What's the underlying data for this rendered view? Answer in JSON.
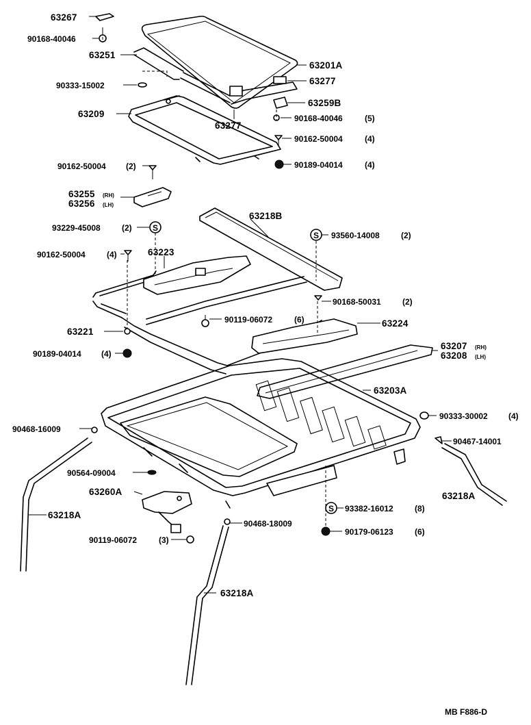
{
  "diagram": {
    "footer_code": "MB F886-D",
    "parts": {
      "p63267": "63267",
      "p90168_40046_a": "90168-40046",
      "p63251": "63251",
      "p63201A": "63201A",
      "p90333_15002": "90333-15002",
      "p63277_a": "63277",
      "p63209": "63209",
      "p63259B": "63259B",
      "p63277_b": "63277",
      "p90168_40046_b": "90168-40046",
      "p90168_40046_b_qty": "(5)",
      "p90162_50004_a": "90162-50004",
      "p90162_50004_a_qty": "(4)",
      "p90162_50004_b": "90162-50004",
      "p90162_50004_b_qty": "(2)",
      "p90189_04014_a": "90189-04014",
      "p90189_04014_a_qty": "(4)",
      "p63255": "63255",
      "p63255_sfx": "(RH)",
      "p63256": "63256",
      "p63256_sfx": "(LH)",
      "p63218B": "63218B",
      "p93229_45008": "93229-45008",
      "p93229_45008_qty": "(2)",
      "p93560_14008": "93560-14008",
      "p93560_14008_qty": "(2)",
      "p90162_50004_c": "90162-50004",
      "p90162_50004_c_qty": "(4)",
      "p63223": "63223",
      "p90168_50031": "90168-50031",
      "p90168_50031_qty": "(2)",
      "p90119_06072_a": "90119-06072",
      "p90119_06072_a_qty": "(6)",
      "p63224": "63224",
      "p63221": "63221",
      "p63207": "63207",
      "p63207_sfx": "(RH)",
      "p63208": "63208",
      "p63208_sfx": "(LH)",
      "p90189_04014_b": "90189-04014",
      "p90189_04014_b_qty": "(4)",
      "p63203A": "63203A",
      "p90468_16009": "90468-16009",
      "p90333_30002": "90333-30002",
      "p90333_30002_qty": "(4)",
      "p90467_14001": "90467-14001",
      "p90564_09004": "90564-09004",
      "p63260A": "63260A",
      "p63218A_a": "63218A",
      "p63218A_b": "63218A",
      "p93382_16012": "93382-16012",
      "p93382_16012_qty": "(8)",
      "p90468_18009": "90468-18009",
      "p90119_06072_b": "90119-06072",
      "p90119_06072_b_qty": "(3)",
      "p90179_06123": "90179-06123",
      "p90179_06123_qty": "(6)",
      "p63218A_c": "63218A"
    },
    "symbols": {
      "s_mark": "S"
    }
  }
}
